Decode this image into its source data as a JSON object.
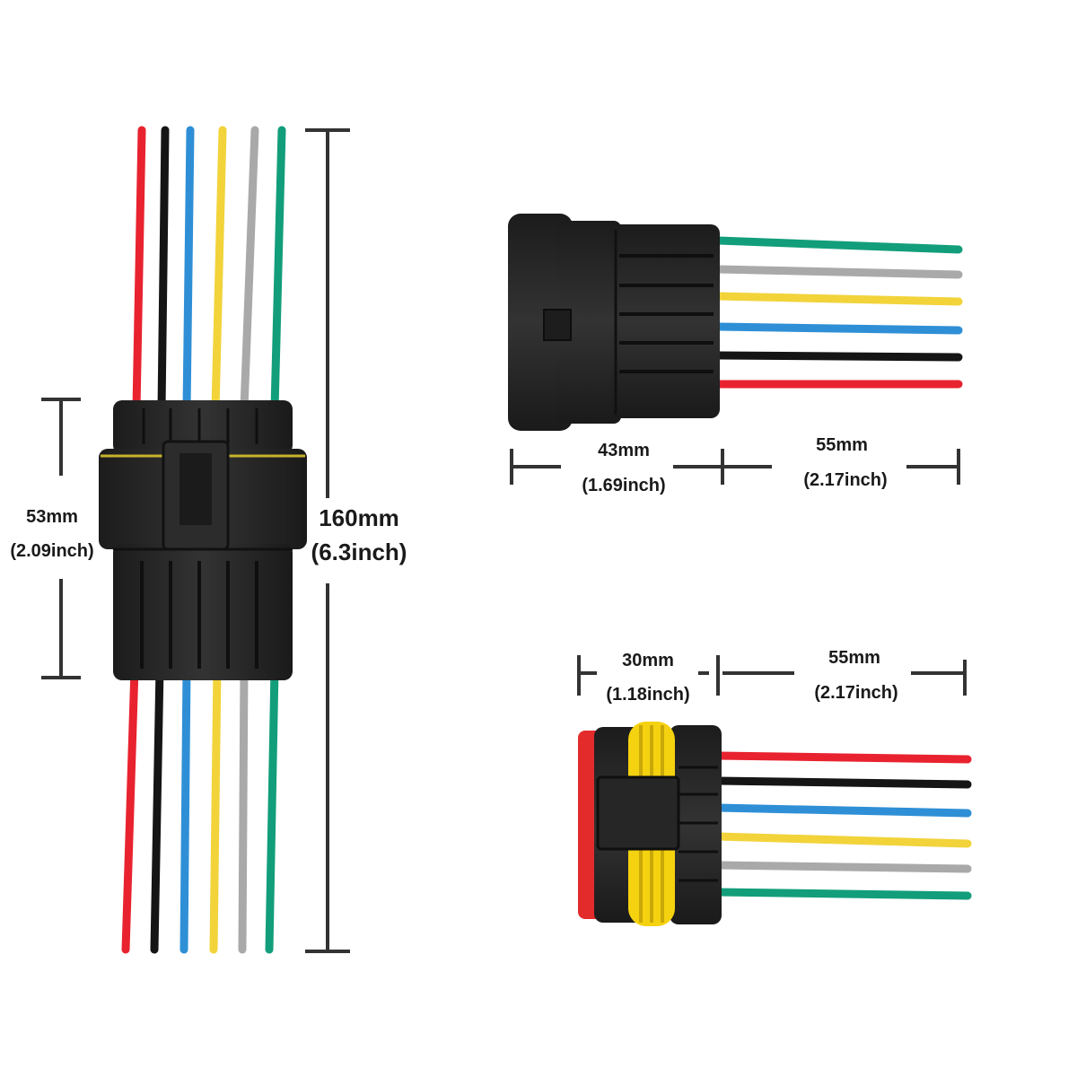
{
  "colors": {
    "red": "#e8232f",
    "black": "#151515",
    "blue": "#2f8fd6",
    "yellow": "#f2d33a",
    "gray": "#a9a9a9",
    "green": "#129e7a",
    "housing": "#262626",
    "seal_yellow": "#f5d20f",
    "seal_red": "#e32b2b",
    "dimension": "#333333"
  },
  "dimensions": {
    "total_length": {
      "mm": "160mm",
      "inch": "(6.3inch)"
    },
    "connector_height": {
      "mm": "53mm",
      "inch": "(2.09inch)"
    },
    "male_housing": {
      "mm": "43mm",
      "inch": "(1.69inch)"
    },
    "male_wire": {
      "mm": "55mm",
      "inch": "(2.17inch)"
    },
    "female_housing": {
      "mm": "30mm",
      "inch": "(1.18inch)"
    },
    "female_wire": {
      "mm": "55mm",
      "inch": "(2.17inch)"
    }
  }
}
